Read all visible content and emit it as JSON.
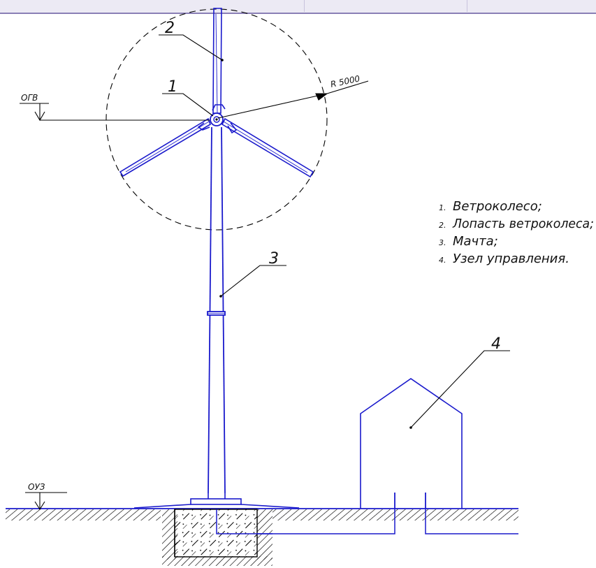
{
  "labels": {
    "rotor_radius": "R 5000",
    "top_level_mark": "ОГВ",
    "ground_level_mark": "ОУЗ",
    "leader_1": "1",
    "leader_2": "2",
    "leader_3": "3",
    "leader_4": "4"
  },
  "legend": {
    "items": [
      {
        "num": "1.",
        "text": "Ветроколесо;"
      },
      {
        "num": "2.",
        "text": "Лопасть ветроколеса;"
      },
      {
        "num": "3.",
        "text": "Мачта;"
      },
      {
        "num": "4.",
        "text": "Узел управления."
      }
    ]
  },
  "colors": {
    "turbine": "#1a1acc",
    "outline": "#000000",
    "topbar": "#eceaf4",
    "topbar_border": "#8a7fb6"
  }
}
